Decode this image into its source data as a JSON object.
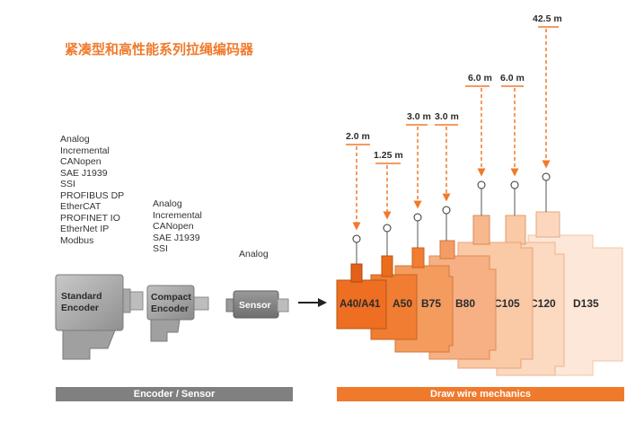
{
  "title": "紧凑型和高性能系列拉绳编码器",
  "standard_interfaces": [
    "Analog",
    "Incremental",
    "CANopen",
    "SAE J1939",
    "SSI",
    "PROFIBUS DP",
    "EtherCAT",
    "PROFINET IO",
    "EtherNet IP",
    "Modbus"
  ],
  "compact_interfaces": [
    "Analog",
    "Incremental",
    "CANopen",
    "SAE J1939",
    "SSI"
  ],
  "sensor_interfaces": [
    "Analog"
  ],
  "devices": {
    "standard": [
      "Standard",
      "Encoder"
    ],
    "compact": [
      "Compact",
      "Encoder"
    ],
    "sensor": "Sensor"
  },
  "mechanics": [
    {
      "label": "A40/A41",
      "length": "2.0 m",
      "color": "#ee6e22"
    },
    {
      "label": "A50",
      "length": "1.25 m",
      "color": "#f07d31"
    },
    {
      "label": "B75",
      "length": "3.0 m",
      "color": "#f49b5e"
    },
    {
      "label": "B80",
      "length": "3.0 m",
      "color": "#f6b083"
    },
    {
      "label": "C105",
      "length": "6.0 m",
      "color": "#fac9a6"
    },
    {
      "label": "C120",
      "length": "6.0 m",
      "color": "#fcd9c1"
    },
    {
      "label": "D135",
      "length": "42.5 m",
      "color": "#fde7d8"
    }
  ],
  "footer": {
    "left": "Encoder / Sensor",
    "right": "Draw wire mechanics"
  },
  "colors": {
    "accent": "#f07a2c",
    "gray": "#808080"
  }
}
